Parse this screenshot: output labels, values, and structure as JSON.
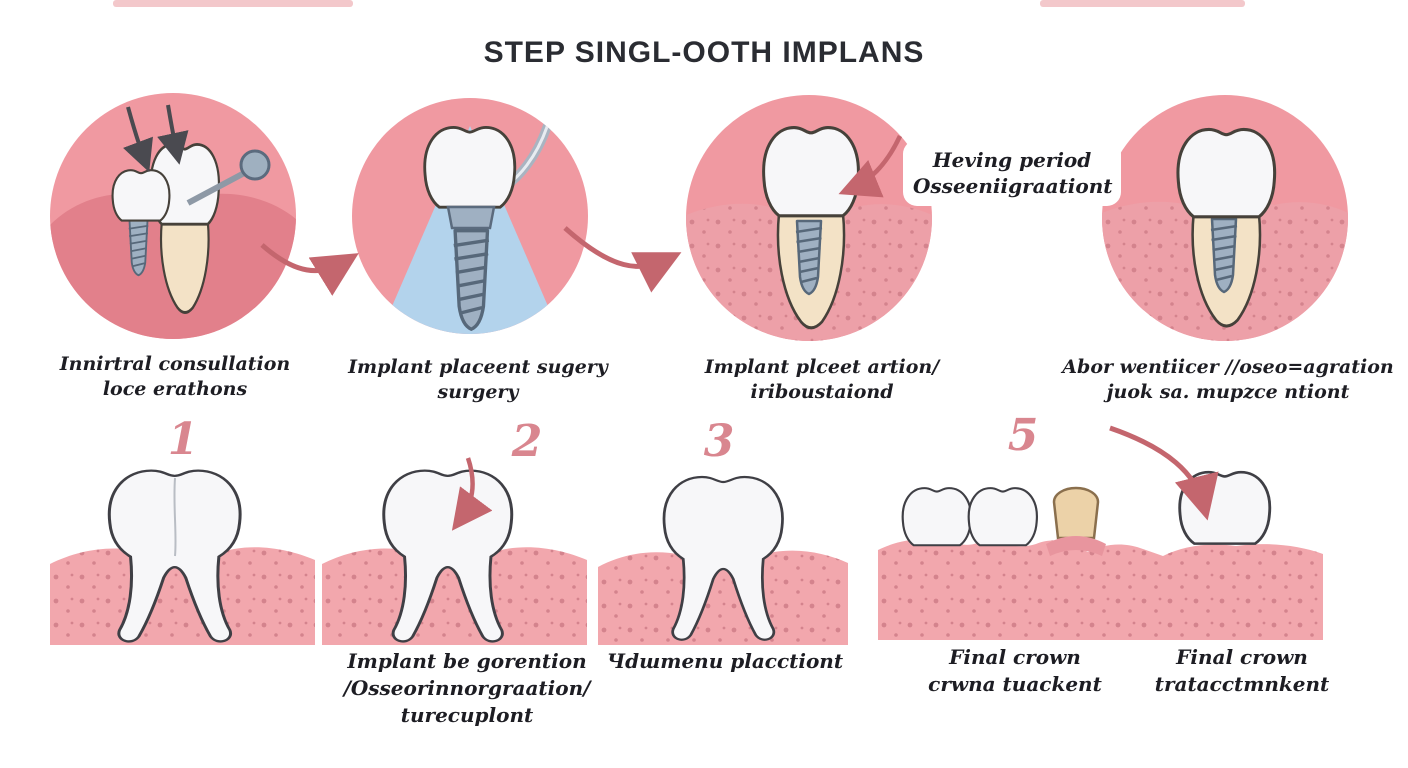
{
  "title": "STEP SINGL-OOTH IMPLANS",
  "top_steps": [
    {
      "caption": [
        "Innirtral consullation",
        "loce erathons"
      ]
    },
    {
      "caption": [
        "Implant placeent sugery",
        "surgery"
      ]
    },
    {
      "caption": [
        "Implant plceet artion/",
        "iriboustaiond"
      ]
    },
    {
      "caption": [
        "Abor wentiicer //oseo=agration",
        "juok sa. mupzce ntiont"
      ]
    }
  ],
  "healing_annotation": {
    "line1": "Heving period",
    "line2": "Osseeniigraationt"
  },
  "bottom_steps": [
    {
      "number": "1"
    },
    {
      "number": "2",
      "caption": [
        "Implant be gorention",
        "/Osseorinnorgraation/",
        "turecuplont"
      ]
    },
    {
      "number": "3",
      "caption": [
        "Чdшmenu placctiont"
      ]
    },
    {
      "number": "5"
    }
  ],
  "final_crown_captions": [
    {
      "line1": "Final crown",
      "line2": "crwna tuackent"
    },
    {
      "line1": "Final crown",
      "line2": "tratacctmnkent"
    }
  ],
  "colors": {
    "circle_pink": "#f099a1",
    "gum_dark": "#e2808b",
    "gum_light": "#f2a7ad",
    "gum_dots": "#d4838d",
    "arrow_pink": "#c4666e",
    "number_pink": "#d9868f",
    "implant_gray": "#9fb0c2",
    "implant_dark": "#57687a",
    "root_beige": "#f3e2c6",
    "crown_white": "#f7f7f9",
    "title_text": "#2a2c32",
    "caption_text": "#1d1d23"
  }
}
